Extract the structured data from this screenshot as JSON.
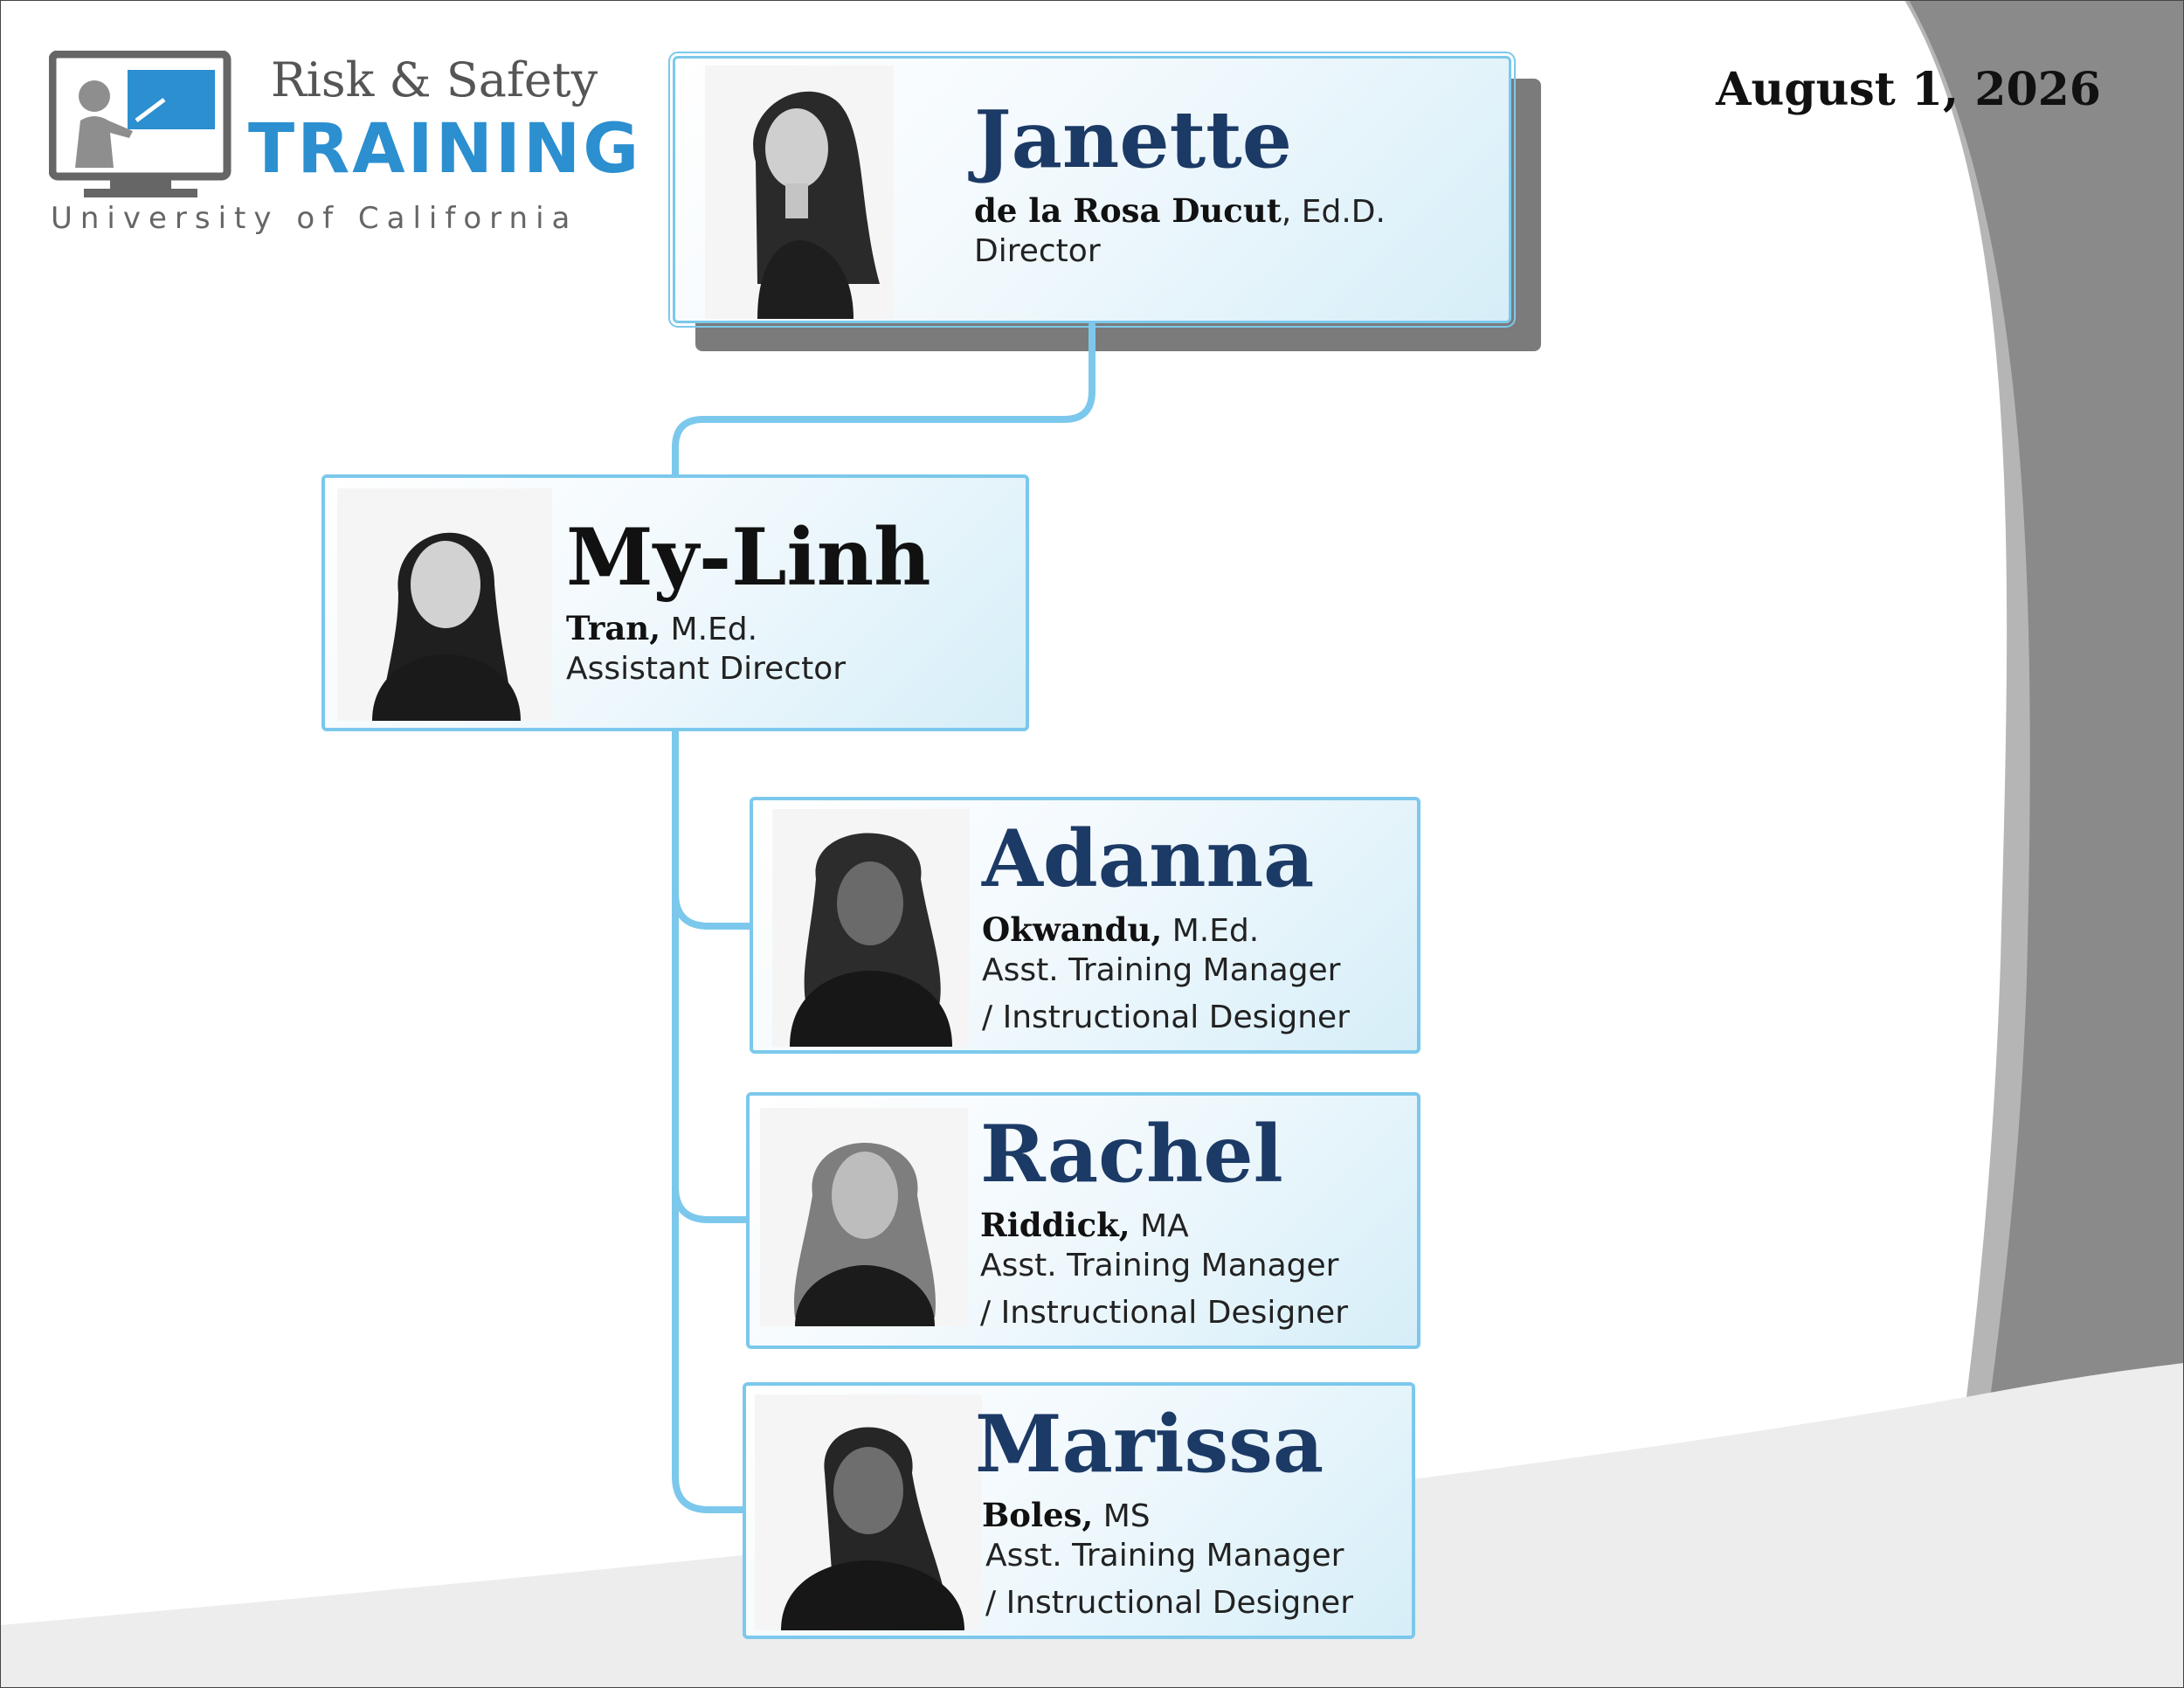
{
  "logo": {
    "line1": "Risk & Safety",
    "line2": "TRAINING",
    "line3": "University of California"
  },
  "date": "August 1, 2026",
  "colors": {
    "accent": "#7cc8ec",
    "name": "#1c3a66",
    "logo_blue": "#2b8fd0"
  },
  "people": [
    {
      "first": "Janette",
      "last": "de la Rosa Ducut",
      "degree": ", Ed.D.",
      "roles": [
        "Director"
      ]
    },
    {
      "first": "My-Linh",
      "last": "Tran,",
      "degree": " M.Ed.",
      "roles": [
        "Assistant Director"
      ]
    },
    {
      "first": "Adanna",
      "last": "Okwandu,",
      "degree": " M.Ed.",
      "roles": [
        "Asst. Training Manager",
        "/ Instructional Designer"
      ]
    },
    {
      "first": "Rachel",
      "last": "Riddick,",
      "degree": " MA",
      "roles": [
        "Asst. Training Manager",
        "/ Instructional Designer"
      ]
    },
    {
      "first": "Marissa",
      "last": "Boles,",
      "degree": " MS",
      "roles": [
        "Asst. Training Manager",
        "/ Instructional Designer"
      ]
    }
  ]
}
